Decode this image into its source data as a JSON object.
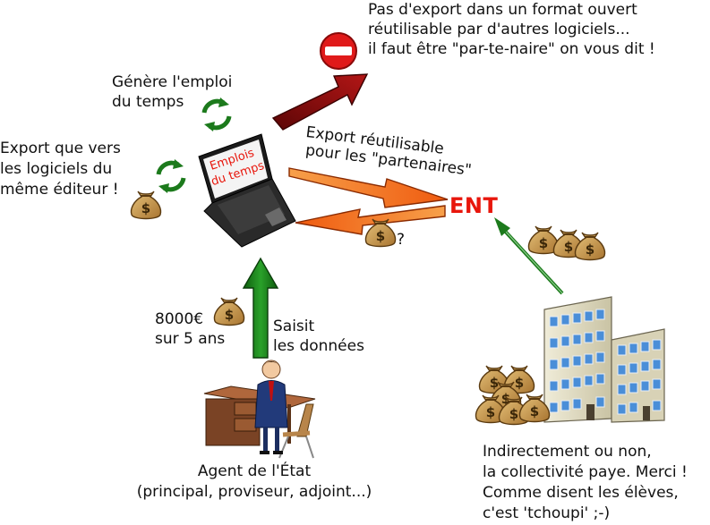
{
  "screen_title": "Emplois du temps",
  "ent_label": "ENT",
  "texts": {
    "top_right": [
      "Pas d'export dans un format ouvert",
      "réutilisable par d'autres logiciels...",
      "il faut être \"par-te-naire\" on vous dit !"
    ],
    "genere": [
      "Génère l'emploi",
      "du temps"
    ],
    "export_editeur": [
      "Export que vers",
      "les logiciels du",
      "même éditeur !"
    ],
    "export_reutilisable": [
      "Export réutilisable",
      "pour les \"partenaires\""
    ],
    "question": "?",
    "cost": [
      "8000€",
      "sur 5 ans"
    ],
    "saisit": [
      "Saisit",
      "les données"
    ],
    "agent": [
      "Agent de l'État",
      "(principal, proviseur, adjoint...)"
    ],
    "collectivite": [
      "Indirectement ou non,",
      "la collectivité paye. Merci !",
      "Comme disent les élèves,",
      "c'est 'tchoupi' ;-)"
    ]
  },
  "money_symbol": "$",
  "colors": {
    "ent": "#e8160c",
    "dark_red": "#8e0f0f",
    "orange": "#f26a1b",
    "green": "#1c7a1c",
    "screen_text": "#e8160c",
    "stop_sign": "#e01a1a",
    "money": "#c79a4e"
  },
  "icons": [
    "stop-sign-icon",
    "laptop-icon",
    "cycle-arrows-icon",
    "money-bag-icon",
    "desk-icon",
    "businessman-icon",
    "chair-icon",
    "building-icon"
  ]
}
